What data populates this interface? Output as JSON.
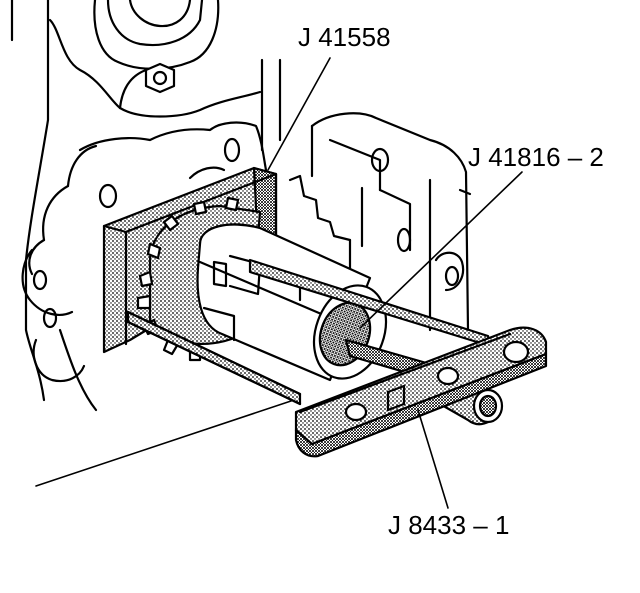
{
  "labels": {
    "puller_plate": "J 41558",
    "forcing_screw": "J 41816 – 2",
    "puller_bar": "J 8433 – 1"
  }
}
